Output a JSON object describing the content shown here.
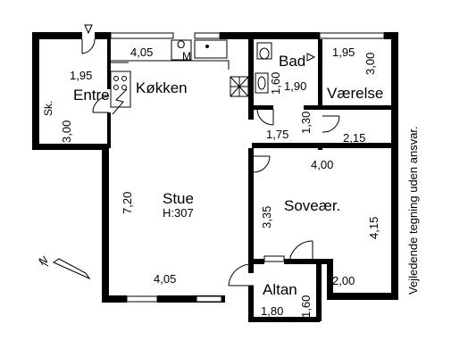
{
  "rooms": {
    "entre": "Entre",
    "kokken": "Køkken",
    "bad": "Bad",
    "vaerelse": "Værelse",
    "stue": "Stue",
    "stue_height": "H:307",
    "sovevaer": "Soveær.",
    "altan": "Altan",
    "skab": "Sk."
  },
  "appliances": {
    "oven": "O",
    "microwave": "M"
  },
  "dimensions": {
    "entre_width": "1,95",
    "entre_depth": "3,00",
    "kokken_width": "4,05",
    "bad_width": "1,60",
    "bad_depth": "1,90",
    "vaerelse_width": "1,95",
    "vaerelse_depth": "3,00",
    "hall_depth": "1,30",
    "hall_width": "1,75",
    "vaerelse_lower": "2,15",
    "stue_depth": "7,20",
    "stue_width": "4,05",
    "sove_width": "4,00",
    "sove_left": "3,35",
    "sove_right": "4,15",
    "sove_bottom": "2,00",
    "altan_width": "1,80",
    "altan_depth": "1,60"
  },
  "disclaimer": "Vejledende tegning uden ansvar.",
  "compass": "N"
}
